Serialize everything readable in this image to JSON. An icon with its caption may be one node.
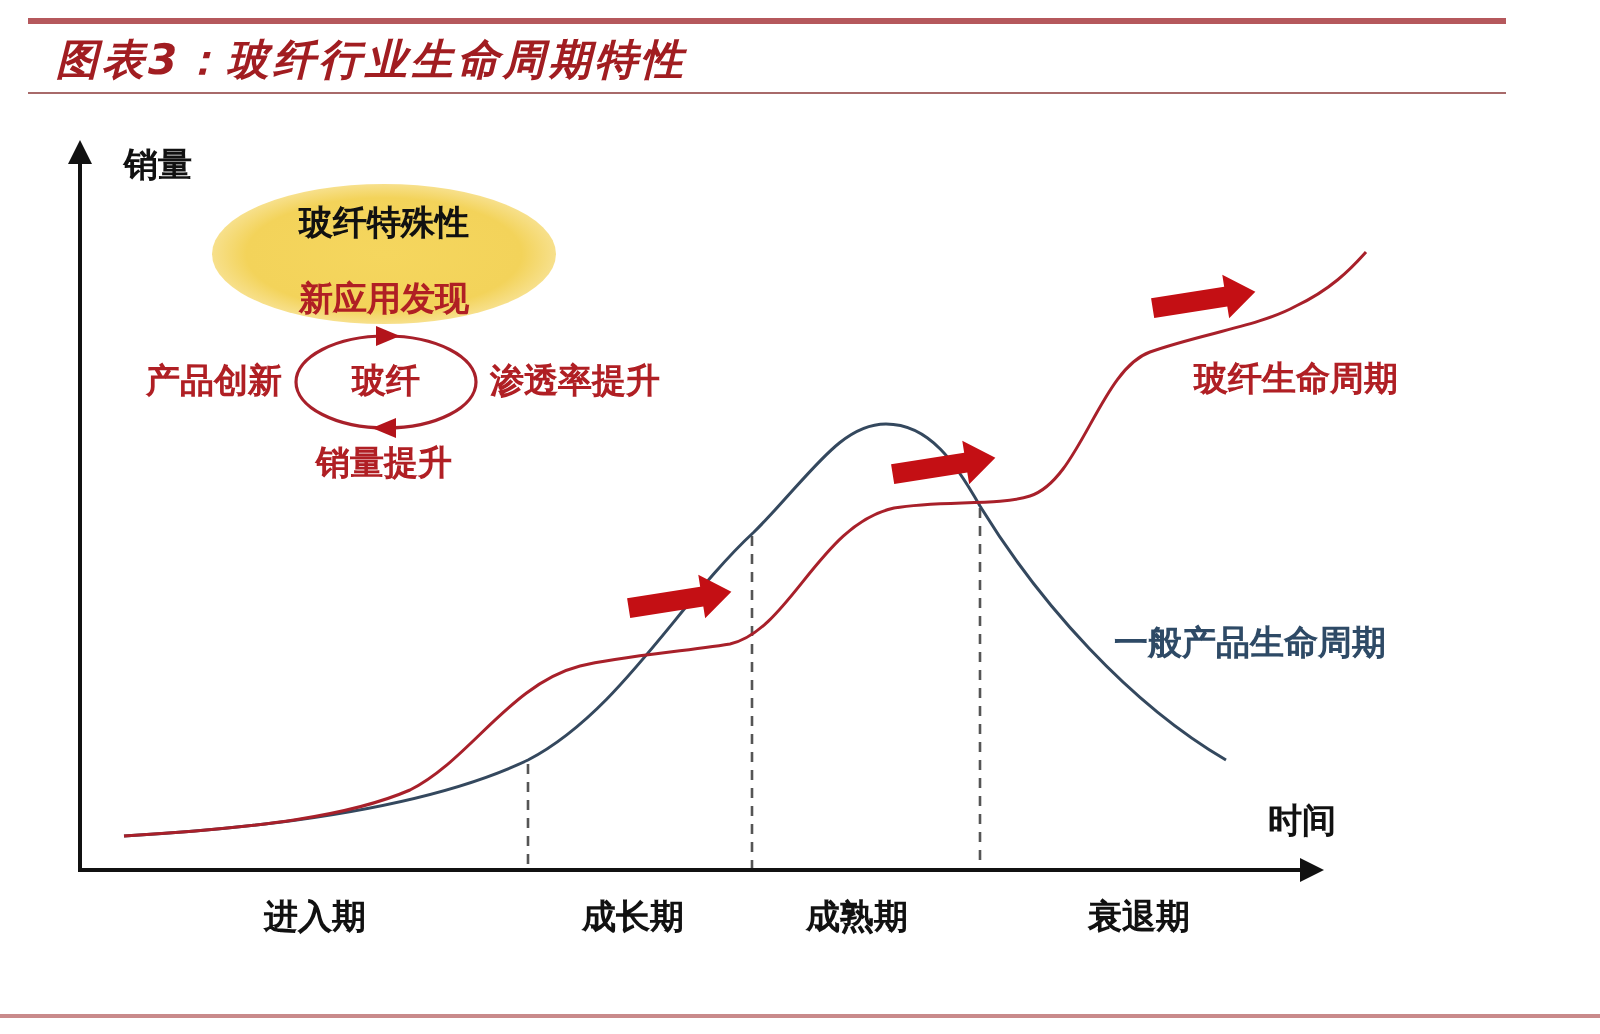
{
  "diagram": {
    "title": "图表3：玻纤行业生命周期特性",
    "nodes": [
      {
        "text": [
          "玻纤特殊性",
          "新应用发现"
        ]
      },
      {
        "text": [
          "玻纤"
        ],
        "beside": [
          "产品创新",
          "渗透率提升",
          "销量提升"
        ]
      }
    ],
    "labels": [
      "销量",
      "玻纤生命周期",
      "一般产品生命周期",
      "时间",
      "进入期",
      "成长期",
      "成熟期",
      "衰退期"
    ]
  }
}
